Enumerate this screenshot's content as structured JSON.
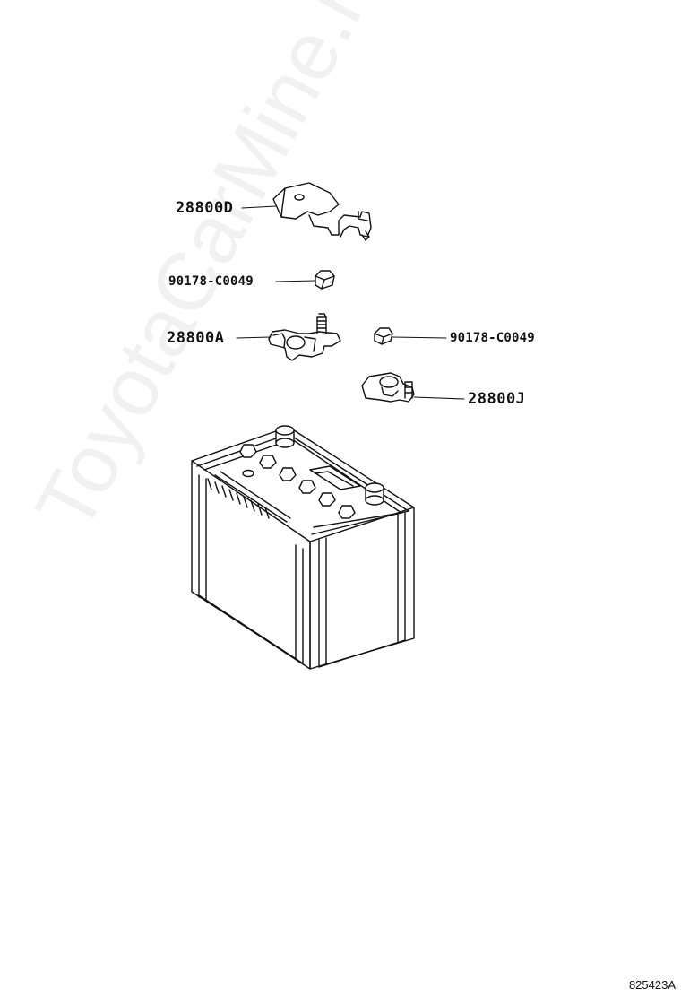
{
  "callouts": {
    "terminal_cover": "28800D",
    "nut_upper": "90178-C0049",
    "positive_clamp": "28800A",
    "nut_right": "90178-C0049",
    "negative_clamp": "28800J"
  },
  "reference_code": "825423A",
  "watermark": "ToyotaCarMine.ru",
  "colors": {
    "line": "#111111",
    "background": "#ffffff",
    "watermark": "#e6e6e6"
  }
}
